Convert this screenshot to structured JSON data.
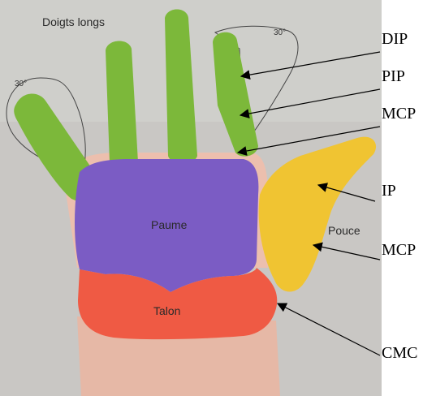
{
  "photo": {
    "title": "Doigts longs",
    "regions": {
      "palm": "Paume",
      "heel": "Talon",
      "thumb": "Pouce"
    },
    "angles": {
      "left": "30°",
      "right": "30°"
    }
  },
  "joint_labels": {
    "dip": "DIP",
    "pip": "PIP",
    "mcp_fingers": "MCP",
    "ip": "IP",
    "mcp_thumb": "MCP",
    "cmc": "CMC"
  },
  "colors": {
    "fingers": "#7cb83a",
    "palm": "#7b5cc4",
    "heel": "#ef5a44",
    "thumb": "#f0c432",
    "skin": "#e8b9a4"
  }
}
